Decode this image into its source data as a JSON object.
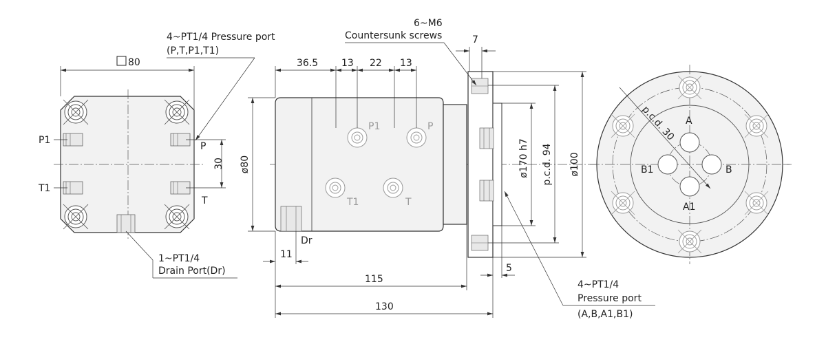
{
  "left_view": {
    "size_label": "80",
    "pressure_port_line1": "4~PT1/4 Pressure port",
    "pressure_port_line2": "(P,T,P1,T1)",
    "port_p1": "P1",
    "port_t1": "T1",
    "port_p": "P",
    "port_t": "T",
    "dim_30": "30",
    "drain_line1": "1~PT1/4",
    "drain_line2": "Drain Port(Dr)"
  },
  "side_view": {
    "screws_line1": "6~M6",
    "screws_line2": "Countersunk screws",
    "dim_7": "7",
    "dim_36_5": "36.5",
    "dim_13a": "13",
    "dim_22": "22",
    "dim_13b": "13",
    "dia_80": "ø80",
    "dia_170": "ø170 h7",
    "pcd_94": "p.c.d. 94",
    "dia_100": "ø100",
    "body_p1": "P1",
    "body_p": "P",
    "body_t1": "T1",
    "body_t": "T",
    "dr_label": "Dr",
    "dim_11": "11",
    "dim_5": "5",
    "dim_115": "115",
    "dim_130": "130",
    "pressure_line1": "4~PT1/4",
    "pressure_line2": "Pressure port",
    "pressure_line3": "(A,B,A1,B1)"
  },
  "front_view": {
    "pcd_30": "p.c.d. 30",
    "port_a": "A",
    "port_b": "B",
    "port_b1": "B1",
    "port_a1": "A1"
  }
}
